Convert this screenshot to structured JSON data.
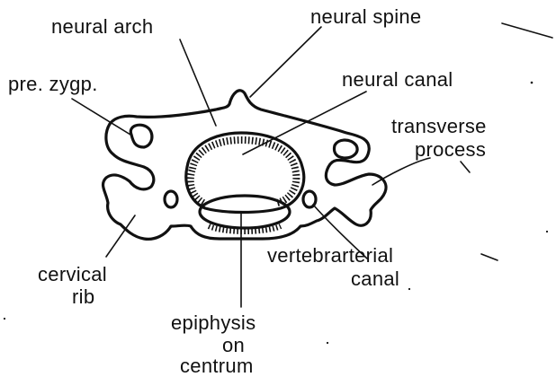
{
  "colors": {
    "ink": "#111111",
    "paper": "#ffffff"
  },
  "labels": {
    "neural_arch": "neural arch",
    "neural_spine": "neural spine",
    "pre_zygp": "pre. zygp.",
    "neural_canal": "neural canal",
    "transverse_process_1": "transverse",
    "transverse_process_2": "process",
    "cervical_rib_1": "cervical",
    "cervical_rib_2": "rib",
    "vertebrarterial_canal_1": "vertebrarterial",
    "vertebrarterial_canal_2": "canal",
    "epiphysis_1": "epiphysis",
    "epiphysis_2": "on",
    "epiphysis_3": "centrum"
  }
}
